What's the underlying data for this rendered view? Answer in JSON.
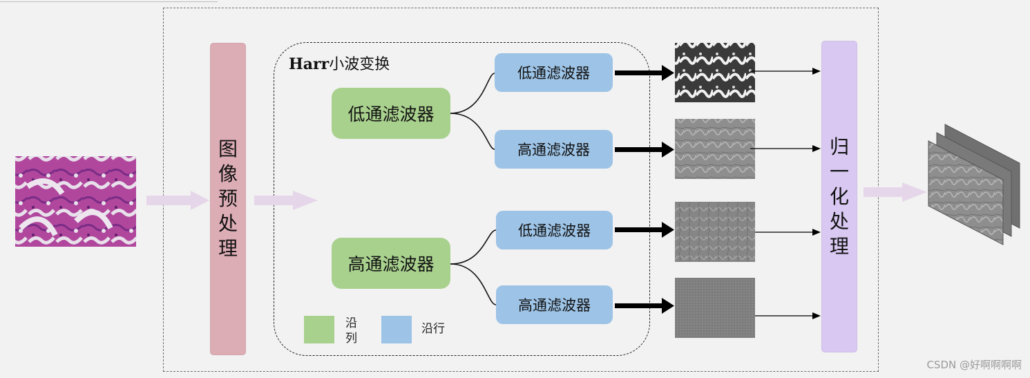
{
  "harr": {
    "title_latin": "Harr",
    "title_cn": "小波变换"
  },
  "preprocess": {
    "chars": [
      "图",
      "像",
      "预",
      "处",
      "理"
    ]
  },
  "normalize": {
    "chars": [
      "归",
      "一",
      "化",
      "处",
      "理"
    ]
  },
  "filters": {
    "col_low": "低通滤波器",
    "col_high": "高通滤波器",
    "row_ll": "低通滤波器",
    "row_lh": "高通滤波器",
    "row_hl": "低通滤波器",
    "row_hh": "高通滤波器"
  },
  "legend": {
    "column_char1": "沿",
    "column_char2": "列",
    "row_label": "沿行"
  },
  "watermark": "CSDN @好啊啊啊啊",
  "colors": {
    "column_filter": "#a9d18e",
    "row_filter": "#9dc3e6",
    "preprocess": "#ddadb6",
    "normalize": "#d9c9f2",
    "flow_arrow": "#e6d6ea"
  }
}
